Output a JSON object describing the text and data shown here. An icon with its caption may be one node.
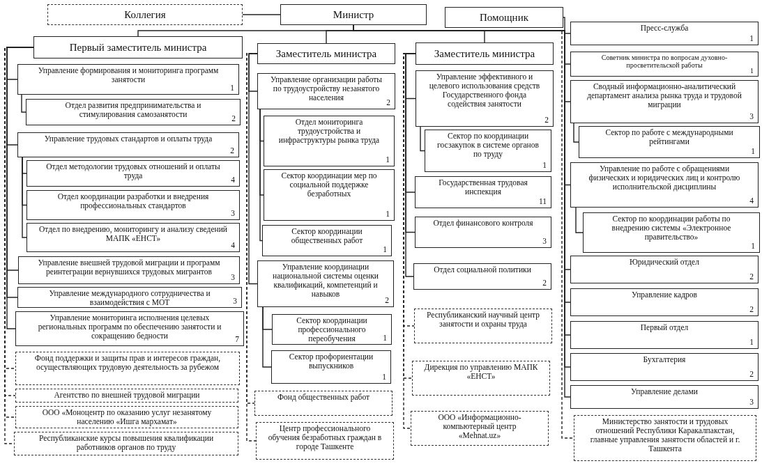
{
  "diagram": {
    "nodes": [
      {
        "text": [
          "Коллегия"
        ]
      },
      {
        "text": [
          "Министр"
        ]
      },
      {
        "text": [
          "Помощник"
        ]
      },
      {
        "text": [
          "Первый заместитель министра"
        ]
      },
      {
        "text": [
          "Управление формирования и мониторинга программ занятости",
          "1"
        ]
      },
      {
        "text": [
          "Отдел развития предпринимательства и стимулирования самозанятости",
          "2"
        ]
      },
      {
        "text": [
          "Управление трудовых стандартов и оплаты труда",
          "2"
        ]
      },
      {
        "text": [
          "Отдел методологии трудовых отношений и оплаты труда",
          "4"
        ]
      },
      {
        "text": [
          "Отдел координации разработки и внедрения профессиональных стандартов",
          "3"
        ]
      },
      {
        "text": [
          "Отдел по внедрению, мониторингу и анализу сведений МАПК «ЕНСТ»",
          "4"
        ]
      },
      {
        "text": [
          "Управление внешней трудовой миграции и программ реинтеграции вернувшихся трудовых мигрантов",
          "3"
        ]
      },
      {
        "text": [
          "Управление международного сотрудничества и взаимодействия с МОТ",
          "3"
        ]
      },
      {
        "text": [
          "Управление мониторинга исполнения целевых региональных программ по обеспечению занятости и сокращению бедности",
          "7"
        ]
      },
      {
        "text": [
          "Фонд поддержки и защиты прав и интересов граждан, осуществляющих трудовую деятельность за рубежом"
        ]
      },
      {
        "text": [
          "Агентство по внешней трудовой миграции"
        ]
      },
      {
        "text": [
          "ООО «Моноцентр по оказанию услуг незанятому населению «Ишга мархамат»"
        ]
      },
      {
        "text": [
          "Республиканские курсы повышения квалификации работников органов по труду"
        ]
      },
      {
        "text": [
          "Заместитель министра"
        ]
      },
      {
        "text": [
          "Управление организации работы по трудоустройству незанятого населения",
          "2"
        ]
      },
      {
        "text": [
          "Отдел мониторинга трудоустройства и инфраструктуры рынка труда",
          "1"
        ]
      },
      {
        "text": [
          "Сектор координации мер по социальной поддержке безработных",
          "1"
        ]
      },
      {
        "text": [
          "Сектор координации общественных работ",
          "1"
        ]
      },
      {
        "text": [
          "Управление координации национальной системы оценки квалификаций, компетенций и навыков",
          "2"
        ]
      },
      {
        "text": [
          "Сектор координации профессионального переобучения",
          "1"
        ]
      },
      {
        "text": [
          "Сектор профориентации выпускников",
          "1"
        ]
      },
      {
        "text": [
          "Фонд общественных работ"
        ]
      },
      {
        "text": [
          "Центр профессионального обучения безработных граждан в городе Ташкенте"
        ]
      },
      {
        "text": [
          "Заместитель министра"
        ]
      },
      {
        "text": [
          "Управление эффективного и целевого использования средств Государственного фонда содействия занятости",
          "2"
        ]
      },
      {
        "text": [
          "Сектор по координации госзакупок в системе органов по труду",
          "1"
        ]
      },
      {
        "text": [
          "Государственная трудовая инспекция",
          "11"
        ]
      },
      {
        "text": [
          "Отдел финансового контроля",
          "3"
        ]
      },
      {
        "text": [
          "Отдел социальной политики",
          "2"
        ]
      },
      {
        "text": [
          "Республиканский научный центр занятости и охраны труда"
        ]
      },
      {
        "text": [
          "Дирекция по управлению МАПК «ЕНСТ»"
        ]
      },
      {
        "text": [
          "ООО «Информационно-компьютерный центр «Mehnat.uz»"
        ]
      },
      {
        "text": [
          "Пресс-служба",
          "1"
        ]
      },
      {
        "text": [
          "Советник министра по вопросам духовно-просветительской работы",
          "1"
        ]
      },
      {
        "text": [
          "Сводный информационно-аналитический департамент анализа рынка труда и трудовой миграции",
          "3"
        ]
      },
      {
        "text": [
          "Сектор по работе с международными рейтингами",
          "1"
        ]
      },
      {
        "text": [
          "Управление по работе с обращениями физических и юридических лиц и контролю исполнительской дисциплины",
          "4"
        ]
      },
      {
        "text": [
          "Сектор по координации работы по внедрению системы «Электронное правительство»",
          "1"
        ]
      },
      {
        "text": [
          "Юридический отдел",
          "2"
        ]
      },
      {
        "text": [
          "Управление кадров",
          "2"
        ]
      },
      {
        "text": [
          "Первый отдел",
          "1"
        ]
      },
      {
        "text": [
          "Бухгалтерия",
          "2"
        ]
      },
      {
        "text": [
          "Управление делами",
          "3"
        ]
      },
      {
        "text": [
          "Министерство занятости и трудовых отношений Республики Каракалпакстан, главные управления занятости областей и г. Ташкента"
        ]
      }
    ],
    "edges": [
      {
        "from": 1,
        "to": 0,
        "arrow": "none"
      },
      {
        "from": 1,
        "to": 2,
        "arrow": "none"
      },
      {
        "from": 1,
        "to": 3,
        "arrow": "none"
      },
      {
        "from": 1,
        "to": 17,
        "arrow": "none"
      },
      {
        "from": 1,
        "to": 27,
        "arrow": "none"
      },
      {
        "from": 3,
        "to": 4,
        "arrow": "none"
      },
      {
        "from": 4,
        "to": 5,
        "arrow": "none"
      },
      {
        "from": 3,
        "to": 6,
        "arrow": "none"
      },
      {
        "from": 6,
        "to": 7,
        "arrow": "none"
      },
      {
        "from": 6,
        "to": 8,
        "arrow": "none"
      },
      {
        "from": 6,
        "to": 9,
        "arrow": "none"
      },
      {
        "from": 3,
        "to": 10,
        "arrow": "none"
      },
      {
        "from": 3,
        "to": 11,
        "arrow": "none"
      },
      {
        "from": 3,
        "to": 12,
        "arrow": "none"
      },
      {
        "from": 3,
        "to": 13,
        "arrow": "none",
        "style": "dashed"
      },
      {
        "from": 3,
        "to": 14,
        "arrow": "none",
        "style": "dashed"
      },
      {
        "from": 3,
        "to": 15,
        "arrow": "none",
        "style": "dashed"
      },
      {
        "from": 3,
        "to": 16,
        "arrow": "none",
        "style": "dashed"
      },
      {
        "from": 17,
        "to": 18,
        "arrow": "none"
      },
      {
        "from": 18,
        "to": 19,
        "arrow": "none"
      },
      {
        "from": 18,
        "to": 20,
        "arrow": "none"
      },
      {
        "from": 18,
        "to": 21,
        "arrow": "none"
      },
      {
        "from": 17,
        "to": 22,
        "arrow": "none"
      },
      {
        "from": 22,
        "to": 23,
        "arrow": "none"
      },
      {
        "from": 22,
        "to": 24,
        "arrow": "none"
      },
      {
        "from": 17,
        "to": 25,
        "arrow": "none",
        "style": "dashed"
      },
      {
        "from": 17,
        "to": 26,
        "arrow": "none",
        "style": "dashed"
      },
      {
        "from": 27,
        "to": 28,
        "arrow": "none"
      },
      {
        "from": 28,
        "to": 29,
        "arrow": "none"
      },
      {
        "from": 27,
        "to": 30,
        "arrow": "none"
      },
      {
        "from": 27,
        "to": 31,
        "arrow": "none"
      },
      {
        "from": 27,
        "to": 32,
        "arrow": "none"
      },
      {
        "from": 27,
        "to": 33,
        "arrow": "none",
        "style": "dashed"
      },
      {
        "from": 27,
        "to": 34,
        "arrow": "none",
        "style": "dashed"
      },
      {
        "from": 27,
        "to": 35,
        "arrow": "none",
        "style": "dashed"
      },
      {
        "from": 1,
        "to": 36,
        "arrow": "none"
      },
      {
        "from": 1,
        "to": 37,
        "arrow": "none"
      },
      {
        "from": 1,
        "to": 38,
        "arrow": "none"
      },
      {
        "from": 38,
        "to": 39,
        "arrow": "none"
      },
      {
        "from": 1,
        "to": 40,
        "arrow": "none"
      },
      {
        "from": 40,
        "to": 41,
        "arrow": "none"
      },
      {
        "from": 1,
        "to": 42,
        "arrow": "none"
      },
      {
        "from": 1,
        "to": 43,
        "arrow": "none"
      },
      {
        "from": 1,
        "to": 44,
        "arrow": "none"
      },
      {
        "from": 1,
        "to": 45,
        "arrow": "none"
      },
      {
        "from": 1,
        "to": 46,
        "arrow": "none"
      },
      {
        "from": 1,
        "to": 47,
        "arrow": "none",
        "style": "dashed"
      }
    ]
  }
}
